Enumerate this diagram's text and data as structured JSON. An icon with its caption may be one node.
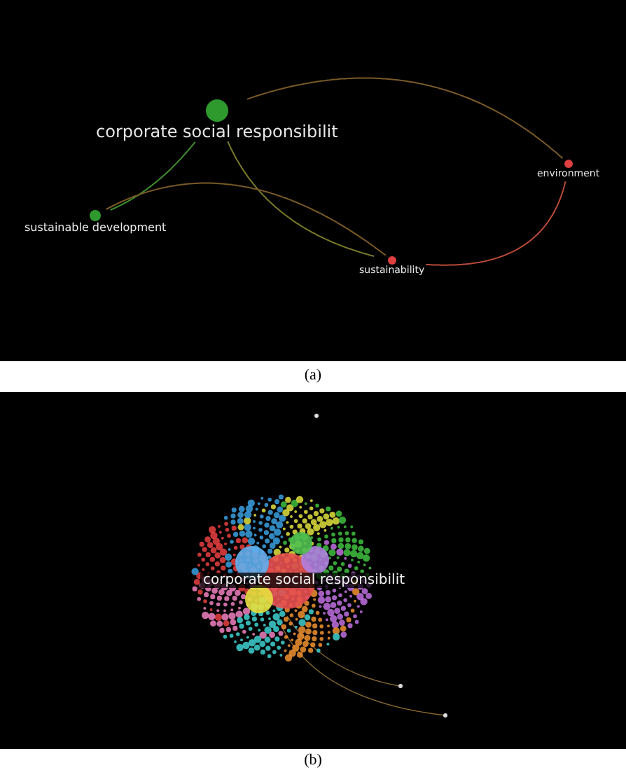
{
  "diagram": {
    "nodes": [
      {
        "text": [
          "corporate social responsibilit"
        ]
      },
      {
        "text": [
          "sustainable development"
        ]
      },
      {
        "text": [
          "sustainability"
        ]
      },
      {
        "text": [
          "environment"
        ]
      }
    ],
    "edges": [
      {
        "from": 0,
        "to": 1,
        "arrow": "none",
        "color": "#3f8f2f"
      },
      {
        "from": 0,
        "to": 2,
        "arrow": "none",
        "color": "#7a7a2a"
      },
      {
        "from": 0,
        "to": 3,
        "arrow": "none",
        "color": "#7a5a28"
      },
      {
        "from": 1,
        "to": 2,
        "arrow": "none",
        "color": "#7a5a28"
      },
      {
        "from": 2,
        "to": 3,
        "arrow": "none",
        "color": "#b84a38"
      }
    ],
    "labels": [
      "(a)",
      "corporate social responsibilit",
      "(b)"
    ]
  }
}
